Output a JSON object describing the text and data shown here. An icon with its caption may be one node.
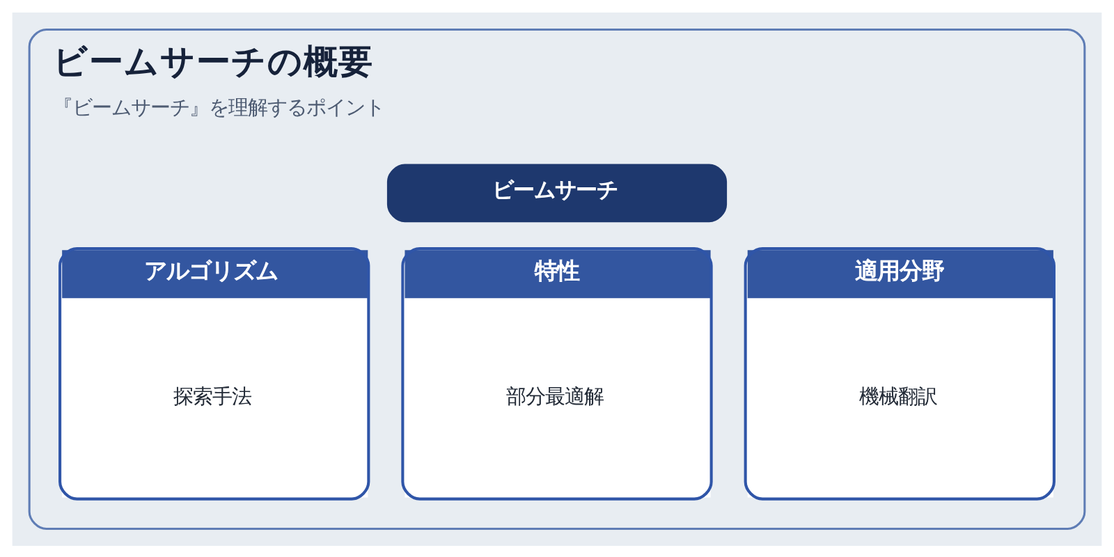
{
  "diagram": {
    "nodes": [
      {
        "text": [
          "ビームサーチの概要",
          "『ビームサーチ』を理解するポイント"
        ]
      },
      {
        "text": [
          "ビームサーチ"
        ],
        "in": 0
      },
      {
        "text": [
          "アルゴリズム",
          "探索手法"
        ],
        "in": 0
      },
      {
        "text": [
          "特性",
          "部分最適解"
        ],
        "in": 0
      },
      {
        "text": [
          "適用分野",
          "機械翻訳"
        ],
        "in": 0
      }
    ],
    "edges": []
  }
}
